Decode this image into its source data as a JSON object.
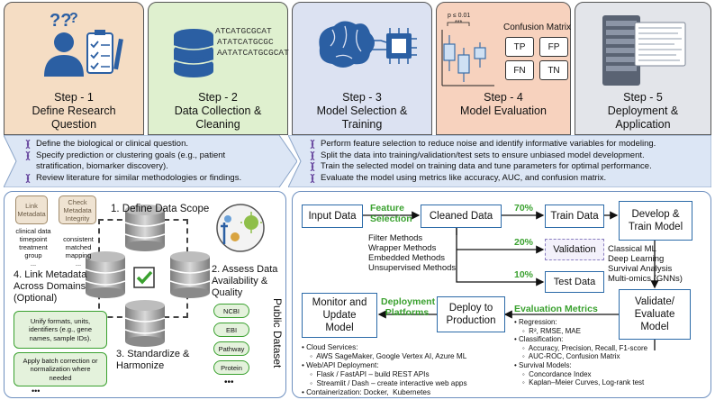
{
  "steps": [
    {
      "title_line1": "Step - 1",
      "title_line2": "Define Research",
      "title_line3": "Question",
      "color": "#f5ddc4"
    },
    {
      "title_line1": "Step - 2",
      "title_line2": "Data Collection &",
      "title_line3": "Cleaning",
      "color": "#dff0cf"
    },
    {
      "title_line1": "Step - 3",
      "title_line2": "Model Selection &",
      "title_line3": "Training",
      "color": "#dce2f2"
    },
    {
      "title_line1": "Step - 4",
      "title_line2": "Model Evaluation",
      "title_line3": "",
      "color": "#f7d2be"
    },
    {
      "title_line1": "Step - 5",
      "title_line2": "Deployment &",
      "title_line3": "Application",
      "color": "#e3e5ea"
    }
  ],
  "step2_dna": [
    "ATCATGCGCAT",
    "ATATCATGCGC",
    "AATATCATGCGCAT"
  ],
  "step4": {
    "confusion_title": "Confusion Matrix",
    "cells": [
      "TP",
      "FP",
      "FN",
      "TN"
    ],
    "pval": "p ≤ 0.01",
    "stars": "***"
  },
  "banner_left": [
    "Define the biological or clinical question.",
    "Specify prediction or clustering goals (e.g., patient",
    "stratification, biomarker discovery).",
    "Review literature for similar methodologies or findings."
  ],
  "banner_right": [
    "Perform feature selection to reduce noise and identify informative variables for modeling.",
    "Split the data into training/validation/test sets to ensure unbiased model development.",
    "Train the selected model on training data and tune parameters for optimal performance.",
    "Evaluate the model using metrics like accuracy, AUC, and confusion matrix."
  ],
  "left_panel": {
    "link_metadata": "Link Metadata",
    "check_metadata": "Check Metadata Integrity",
    "meta_fields": [
      "clinical data",
      "timepoint",
      "treatment",
      "group"
    ],
    "integrity_fields": [
      "consistent",
      "matched",
      "mapping"
    ],
    "step1": "1.  Define Data Scope",
    "step2": "2.  Assess Data Availability & Quality",
    "step3": "3.  Standardize & Harmonize",
    "step4": "4.  Link Metadata Across Domains (Optional)",
    "public_dataset": "Public Dataset",
    "datasets": [
      "NCBI",
      "EBI",
      "Pathway",
      "Protein"
    ],
    "standardize_box1": "Unify formats, units, identifiers (e.g., gene names, sample IDs).",
    "standardize_box2": "Apply batch correction or normalization where needed",
    "ellipsis": "•••",
    "ellipsis_small": "..."
  },
  "right_panel": {
    "input_data": "Input Data",
    "feature_selection": "Feature Selection",
    "cleaned_data": "Cleaned Data",
    "pct_train": "70%",
    "pct_val": "20%",
    "pct_test": "10%",
    "train_data": "Train Data",
    "validation": "Validation",
    "test_data": "Test Data",
    "develop": "Develop & Train Model",
    "methods": [
      "Filter Methods",
      "Wrapper Methods",
      "Embedded Methods",
      "Unsupervised Methods"
    ],
    "models": [
      "Classical ML",
      "Deep Learning",
      "Survival Analysis",
      "Multi-omics (GNNs)"
    ],
    "validate": "Validate/ Evaluate Model",
    "evaluation_metrics": "Evaluation Metrics",
    "deploy": "Deploy to Production",
    "deployment_platforms": "Deployment Platforms",
    "monitor": "Monitor and Update Model",
    "eval_list": [
      "• Regression:",
      "    ◦  R², RMSE, MAE",
      "• Classification:",
      "    ◦  Accuracy, Precision, Recall, F1-score",
      "    ◦  AUC-ROC, Confusion Matrix",
      "• Survival Models:",
      "    ◦  Concordance Index",
      "    ◦  Kaplan–Meier Curves, Log-rank test"
    ],
    "deploy_list": [
      "• Cloud Services:",
      "    ◦  AWS SageMaker, Google Vertex AI, Azure ML",
      "• Web/API Deployment:",
      "    ◦  Flask / FastAPI – build REST APIs",
      "    ◦  Streamlit / Dash – create interactive web apps",
      "• Containerization: Docker,  Kubernetes"
    ]
  },
  "colors": {
    "accent_blue": "#2b6aa8",
    "accent_green": "#3aa12f",
    "panel_border": "#6d8fbf"
  }
}
